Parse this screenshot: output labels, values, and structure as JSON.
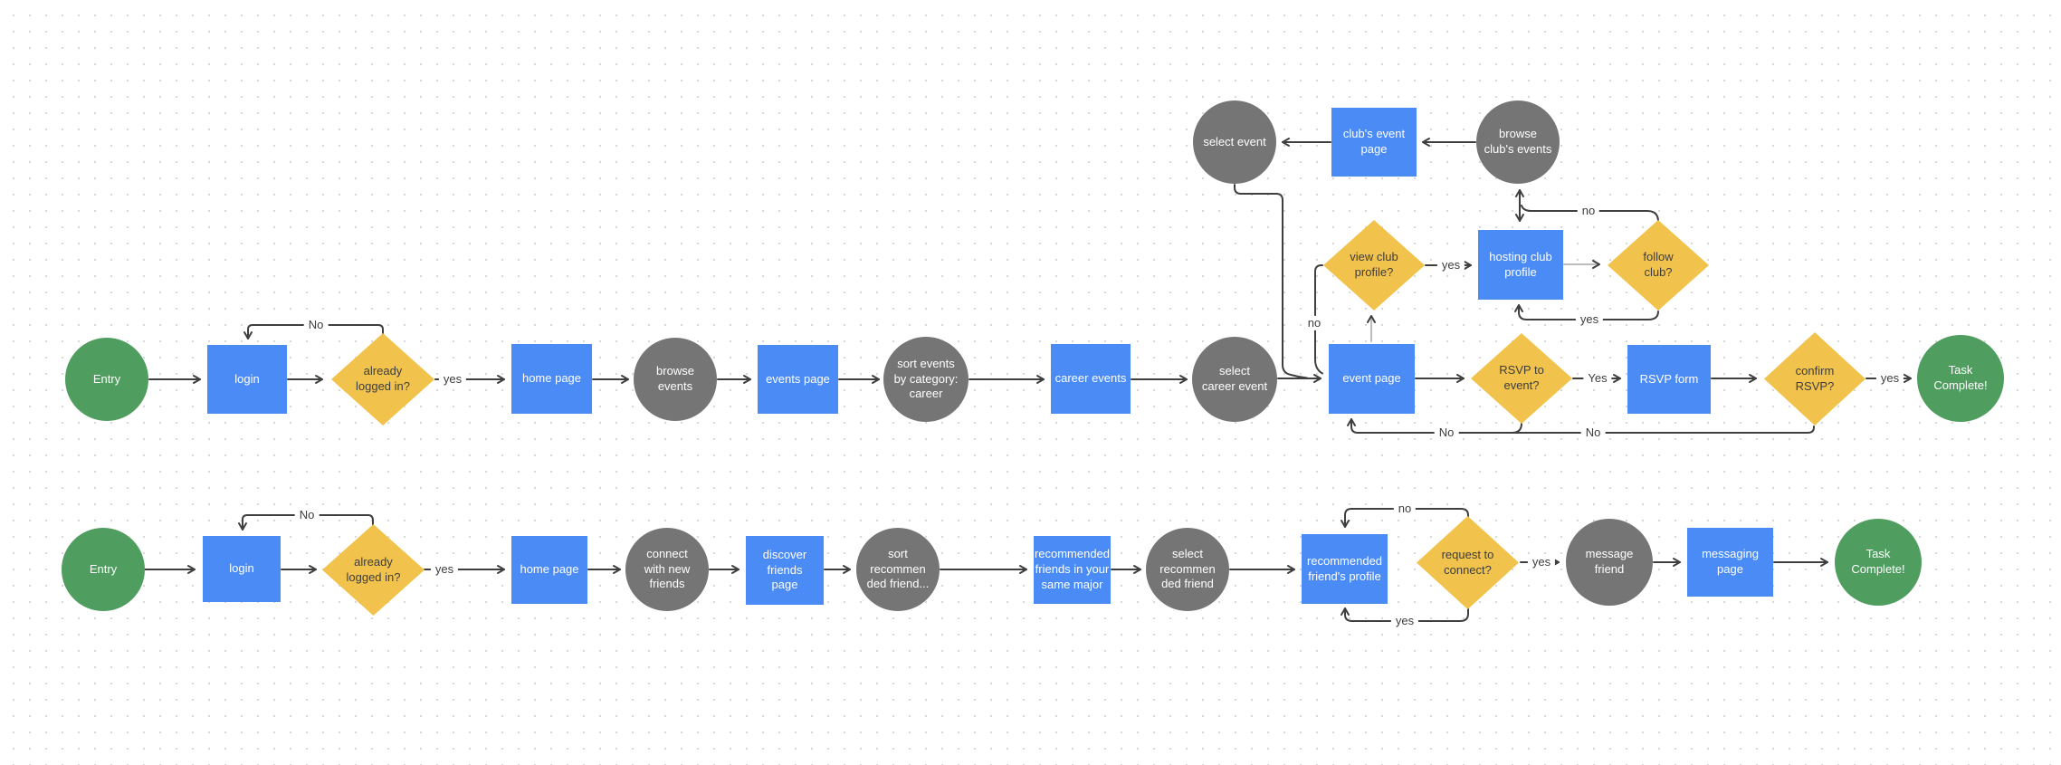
{
  "canvas": {
    "kind": "flowchart-whiteboard",
    "background": "#ffffff",
    "dot_color": "#d8d8d8"
  },
  "colors": {
    "page_blue": "#4b8bf5",
    "action_gray": "#757575",
    "decision_yellow": "#f2c34c",
    "terminal_green": "#4f9e5f",
    "edge_dark": "#3f3f3f",
    "edge_light": "#bcbcbc"
  },
  "nodes": {
    "entry_events": {
      "label": "Entry",
      "kind": "terminal"
    },
    "login_events": {
      "label": "login",
      "kind": "page"
    },
    "already_logged_events": {
      "label": "already\nlogged in?",
      "kind": "decision"
    },
    "home_events": {
      "label": "home page",
      "kind": "page"
    },
    "browse_events": {
      "label": "browse\nevents",
      "kind": "action"
    },
    "events_page": {
      "label": "events page",
      "kind": "page"
    },
    "sort_events": {
      "label": "sort events\nby category:\ncareer",
      "kind": "action"
    },
    "career_events": {
      "label": "career events",
      "kind": "page"
    },
    "select_career_event": {
      "label": "select\ncareer event",
      "kind": "action"
    },
    "event_page": {
      "label": "event page",
      "kind": "page"
    },
    "rsvp_to_event": {
      "label": "RSVP to\nevent?",
      "kind": "decision"
    },
    "rsvp_form": {
      "label": "RSVP form",
      "kind": "page"
    },
    "confirm_rsvp": {
      "label": "confirm\nRSVP?",
      "kind": "decision"
    },
    "task_complete_events": {
      "label": "Task\nComplete!",
      "kind": "terminal"
    },
    "select_event": {
      "label": "select event",
      "kind": "action"
    },
    "clubs_event_page": {
      "label": "club's event\npage",
      "kind": "page"
    },
    "browse_clubs_events": {
      "label": "browse\nclub's events",
      "kind": "action"
    },
    "view_club_profile": {
      "label": "view club\nprofile?",
      "kind": "decision"
    },
    "hosting_club_profile": {
      "label": "hosting club\nprofile",
      "kind": "page"
    },
    "follow_club": {
      "label": "follow\nclub?",
      "kind": "decision"
    },
    "entry_friends": {
      "label": "Entry",
      "kind": "terminal"
    },
    "login_friends": {
      "label": "login",
      "kind": "page"
    },
    "already_logged_friends": {
      "label": "already\nlogged in?",
      "kind": "decision"
    },
    "home_friends": {
      "label": "home page",
      "kind": "page"
    },
    "connect_new_friends": {
      "label": "connect\nwith new\nfriends",
      "kind": "action"
    },
    "discover_friends_page": {
      "label": "discover friends\npage",
      "kind": "page"
    },
    "sort_recommended_friends": {
      "label": "sort\nrecommen\nded friend...",
      "kind": "action"
    },
    "recommended_friends_major": {
      "label": "recommended\nfriends in your\nsame major",
      "kind": "page"
    },
    "select_recommended_friend": {
      "label": "select\nrecommen\nded friend",
      "kind": "action"
    },
    "recommended_friends_profile": {
      "label": "recommended\nfriend's profile",
      "kind": "page"
    },
    "request_to_connect": {
      "label": "request to\nconnect?",
      "kind": "decision"
    },
    "message_friend": {
      "label": "message\nfriend",
      "kind": "action"
    },
    "messaging_page": {
      "label": "messaging page",
      "kind": "page"
    },
    "task_complete_friends": {
      "label": "Task\nComplete!",
      "kind": "terminal"
    }
  },
  "edge_labels": {
    "no_login_events": "No",
    "yes_already_events": "yes",
    "yes_rsvp": "Yes",
    "yes_confirm": "yes",
    "no_return_rsvp": "No",
    "no_return_confirm": "No",
    "no_view_club": "no",
    "yes_view_club": "yes",
    "no_follow_club": "no",
    "yes_follow_club": "yes",
    "no_login_friends": "No",
    "yes_already_friends": "yes",
    "no_request_connect": "no",
    "yes_request_loop": "yes",
    "yes_request_connect": "yes"
  }
}
